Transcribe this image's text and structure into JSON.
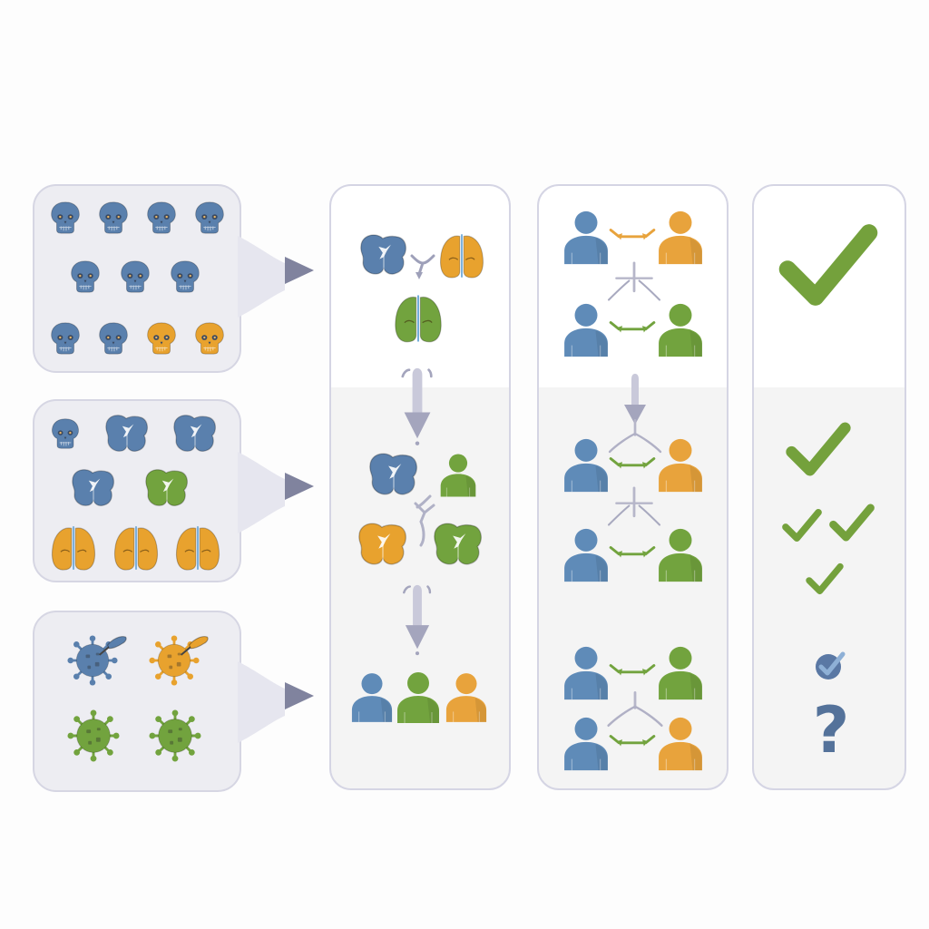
{
  "diagram": {
    "description": "Three-stage classification pipeline: input icon groups feed into a processing column, a pairwise-comparison column, and a verification column",
    "colors": {
      "blue": "#5a82b0",
      "orange": "#e8a23a",
      "green": "#72a33e",
      "arrow_gray": "#b9b9cc",
      "arrow_head": "#8e8faa",
      "panel_bg": "#ededf2",
      "panel_border": "#d6d6e3",
      "check_green": "#74a13c",
      "question_blue": "#54729a"
    },
    "inputs": [
      {
        "id": "skulls",
        "icon_type": "skull-icon",
        "rows": [
          [
            "blue",
            "blue",
            "blue",
            "blue"
          ],
          [
            "blue",
            "blue",
            "blue"
          ],
          [
            "blue",
            "blue",
            "orange",
            "orange"
          ]
        ]
      },
      {
        "id": "organs",
        "icon_type": "organ-icon",
        "rows": [
          [
            "blue-skull",
            "blue-kidney",
            "blue-kidney"
          ],
          [
            "blue-kidney",
            "green-kidney"
          ],
          [
            "orange-lungs",
            "orange-lungs",
            "orange-lungs"
          ]
        ]
      },
      {
        "id": "viruses",
        "icon_type": "virus-icon",
        "rows": [
          [
            "blue-virus-with-syringe",
            "orange-virus-with-syringe"
          ],
          [
            "green-virus",
            "green-virus"
          ]
        ]
      }
    ],
    "column_processing": {
      "stages": [
        {
          "items": [
            "blue-kidney",
            "orange-organ",
            "green-lungs"
          ],
          "connector": "merge"
        },
        {
          "items": [
            "blue-kidney",
            "green-person",
            "orange-kidney",
            "green-kidney"
          ],
          "connector": "merge"
        },
        {
          "items": [
            "blue-person",
            "green-person",
            "orange-person"
          ]
        }
      ],
      "arrows": [
        "down-arrow",
        "down-arrow"
      ]
    },
    "column_comparison": {
      "groups": [
        {
          "pairs": [
            [
              "blue",
              "orange",
              "orange-link"
            ],
            [
              "blue",
              "green",
              "green-link"
            ]
          ],
          "joiner": "cross"
        },
        {
          "pairs": [
            [
              "blue",
              "orange",
              "green-link"
            ],
            [
              "blue",
              "green",
              "green-link"
            ]
          ],
          "joiner": "cross"
        },
        {
          "pairs": [
            [
              "blue",
              "green",
              "green-link"
            ],
            [
              "blue",
              "orange",
              "green-link"
            ]
          ],
          "joiner": "fork"
        }
      ]
    },
    "column_verification": {
      "results": [
        {
          "icon": "large-check-icon",
          "color": "green"
        },
        {
          "icon": "check-icon",
          "color": "green"
        },
        {
          "icon": "double-check-icon",
          "color": "green"
        },
        {
          "icon": "small-check-icon",
          "color": "green"
        },
        {
          "icon": "checkbox-badge-icon",
          "color": "blue"
        },
        {
          "icon": "question-mark-icon",
          "color": "blue",
          "glyph": "?"
        }
      ]
    }
  }
}
